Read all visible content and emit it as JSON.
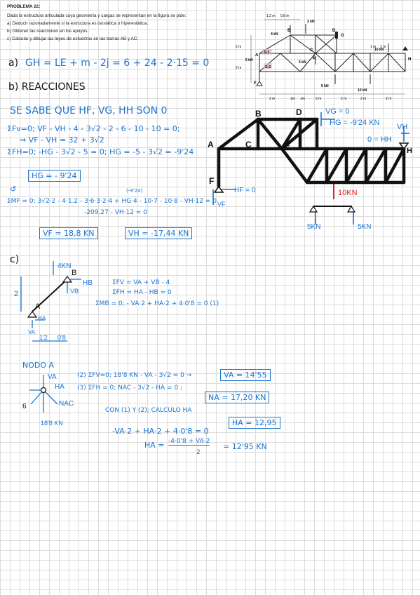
{
  "statement": {
    "title": "PROBLEMA 22:",
    "intro": "Dada la estructura articulada cuya geometría y cargas se representan en la figura se pide:",
    "item_a": "a) Deducir razonadamente si la estructura es isostática o hiperestática.",
    "item_b": "b) Obtener las reacciones en los apoyos.",
    "item_c": "c) Calcular y dibujar las leyes de esfuerzos en las barras AB y AC."
  },
  "figure": {
    "dims_top": [
      "1.2 m",
      "0.8 m"
    ],
    "dims_right": [
      "1 m",
      "1 m"
    ],
    "dims_left": [
      "2 m",
      "2 m"
    ],
    "dims_bottom": [
      "2 m",
      "1m",
      "1m",
      "2 m",
      "2 m",
      "2 m",
      "2 m"
    ],
    "loads": [
      "2 kN",
      "4 kN",
      "3√2",
      "6 kN",
      "3√2",
      "6 kN",
      "10 kN",
      "5 kN",
      "10 kN"
    ],
    "nodes": [
      "A",
      "B",
      "C",
      "D",
      "E",
      "F",
      "G",
      "H"
    ]
  },
  "part_a": {
    "label": "a)",
    "equation": "GH = LE + m - 2j = 6 + 24 - 2·15 = 0"
  },
  "part_b": {
    "label": "b) REACCIONES",
    "known": "SE SABE QUE  HF, VG, HH  SON 0",
    "eq1": "ΣFv=0;  VF - VH - 4 - 3√2 - 2 - 6 - 10 - 10 = 0;",
    "eq1b": "⇒ VF - VH =  32 + 3√2",
    "eq2": "ΣFH=0; -HG - 3√2 - 5 = 0;  HG = -5 - 3√2 = -9'24",
    "hg_box": "HG = - 9'24",
    "moment_sign": "↺",
    "moment_note": "(-9'24)",
    "eq3": "ΣMF = 0;  3√2·2 - 4·1.2 - 3·6·3·2·4 + HG·4 - 10·7 - 10·8 - VH·12 = 0",
    "eq3b": "-209,27 - VH·12 = 0",
    "vf_box": "VF = 18,8 KN",
    "vh_box": "VH = -17,44 KN",
    "diag": {
      "vg0": "VG = 0",
      "hg": "HG = -9'24 KN",
      "hh0": "0 = HH",
      "vh": "VH",
      "hf0": "HF = 0",
      "vf": "VF",
      "load10": "10KN",
      "r5a": "5KN",
      "r5b": "5KN",
      "nodes": [
        "A",
        "B",
        "C",
        "D",
        "E",
        "F",
        "H"
      ]
    }
  },
  "part_c": {
    "label": "c)",
    "bar_diag": {
      "load": "4KN",
      "b": "B",
      "a": "A",
      "hb": "HB",
      "vb": "VB",
      "ha": "HA",
      "va": "VA",
      "h": "2",
      "d1": "1'2",
      "d2": "0'8"
    },
    "eqs": [
      "ΣFV = VA + VB - 4",
      "ΣFH = HA - HB = 0",
      "ΣMB = 0;  - VA·2 + HA·2 + 4·0'8 = 0   (1)"
    ],
    "node_label": "NODO A",
    "node": {
      "va": "VA",
      "ha": "HA",
      "nac": "NAC",
      "six": "6",
      "bottom": "18'8 KN"
    },
    "eq4": "(2) ΣFV=0; 18'8 KN - VA - 3√2 = 0 →",
    "va_box": "VA = 14'55",
    "eq5": "(3) ΣFH = 0;  NAC - 3√2 - HA = 0 ;",
    "nac_box": "NA = 17,20 KN",
    "with12": "CON (1) Y (2);  CALCULO HA",
    "ha_box": "HA = 12,95",
    "eq6": "-VA·2 + HA·2 + 4·0'8 = 0",
    "eq7_lhs": "HA =",
    "eq7_num": "-4·0'8 + VA·2",
    "eq7_den": "2",
    "eq7_rhs": "= 12'95 KN"
  }
}
